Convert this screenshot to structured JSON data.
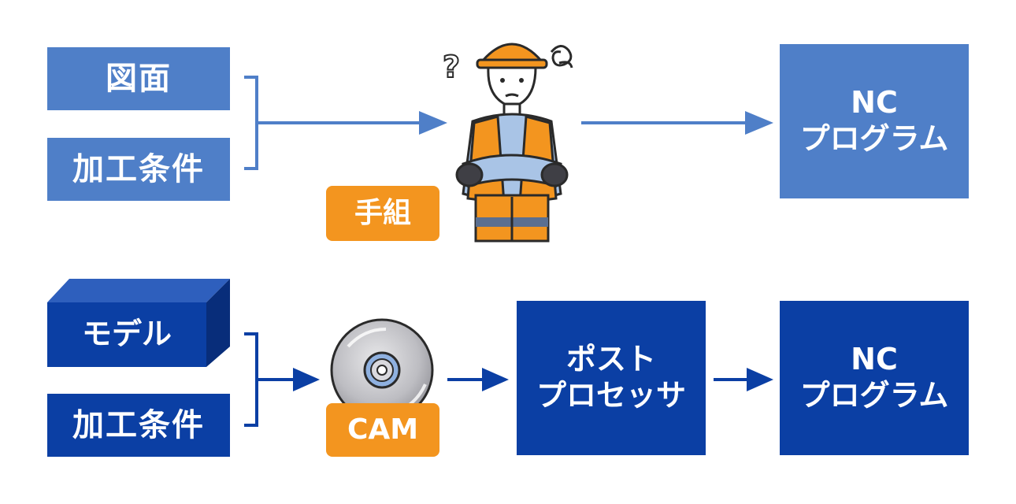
{
  "top_row": {
    "input_drawing": "図面",
    "input_conditions": "加工条件",
    "manual_badge": "手組",
    "output_line1": "NC",
    "output_line2": "プログラム"
  },
  "bottom_row": {
    "input_model": "モデル",
    "input_conditions": "加工条件",
    "cam_badge": "CAM",
    "post_line1": "ポスト",
    "post_line2": "プロセッサ",
    "output_line1": "NC",
    "output_line2": "プログラム"
  },
  "colors": {
    "light_blue": "#4f7fc8",
    "dark_blue": "#0b3fa4",
    "orange": "#f3951f"
  },
  "icons": {
    "worker": "confused-worker-icon",
    "disc": "cd-disc-icon"
  }
}
